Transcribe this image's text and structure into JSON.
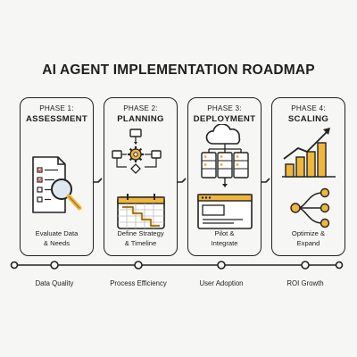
{
  "title": "AI AGENT IMPLEMENTATION ROADMAP",
  "phases": [
    {
      "label": "PHASE 1:",
      "name": "ASSESSMENT",
      "caption_line1": "Evaluate Data",
      "caption_line2": "& Needs",
      "icons": [
        "checklist-document-icon",
        "magnifying-glass-icon"
      ]
    },
    {
      "label": "PHASE 2:",
      "name": "PLANNING",
      "caption_line1": "Define Strategy",
      "caption_line2": "& Timeline",
      "icons": [
        "flowchart-gear-icon",
        "calendar-timeline-icon"
      ]
    },
    {
      "label": "PHASE 3:",
      "name": "DEPLOYMENT",
      "caption_line1": "Pilot &",
      "caption_line2": "Integrate",
      "icons": [
        "cloud-servers-icon",
        "browser-window-icon"
      ]
    },
    {
      "label": "PHASE 4:",
      "name": "SCALING",
      "caption_line1": "Optimize &",
      "caption_line2": "Expand",
      "icons": [
        "growth-bar-chart-icon",
        "network-nodes-icon"
      ]
    }
  ],
  "metrics": [
    "Data Quality",
    "Process Efficiency",
    "User Adoption",
    "ROI Growth"
  ],
  "colors": {
    "accent": "#f0b63b",
    "stroke": "#222222",
    "background": "#f6f6f4"
  }
}
